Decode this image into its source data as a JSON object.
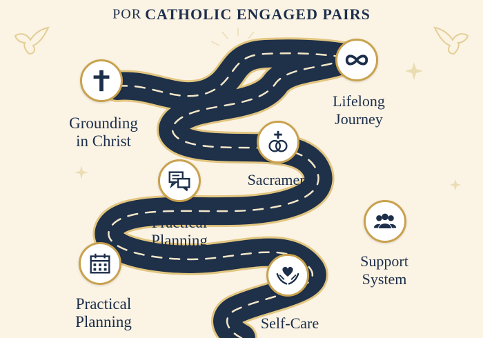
{
  "title": {
    "prefix": "POR",
    "main": "CATHOLIC ENGAGED PAIRS"
  },
  "stages": {
    "grounding": {
      "line1": "Grounding",
      "line2": "in Christ",
      "icon": "cross-icon"
    },
    "lifelong": {
      "line1": "Lifelong",
      "line2": "Journey",
      "icon": "infinity-icon"
    },
    "sacrament": {
      "line1": "Sacrament",
      "icon": "rings-cross-icon"
    },
    "practical_upper": {
      "line1": "Practical",
      "line2": "Planning",
      "icon": "chat-bubbles-icon"
    },
    "support": {
      "line1": "Support",
      "line2": "System",
      "icon": "group-icon"
    },
    "practical_lower": {
      "line1": "Practical",
      "line2": "Planning",
      "icon": "calendar-icon"
    },
    "selfcare": {
      "line1": "Self-Care",
      "icon": "heart-hands-icon"
    }
  },
  "colors": {
    "road": "#1f3049",
    "gold": "#c9a24e",
    "navy": "#1c2e4a",
    "background": "#fbf3e4"
  }
}
